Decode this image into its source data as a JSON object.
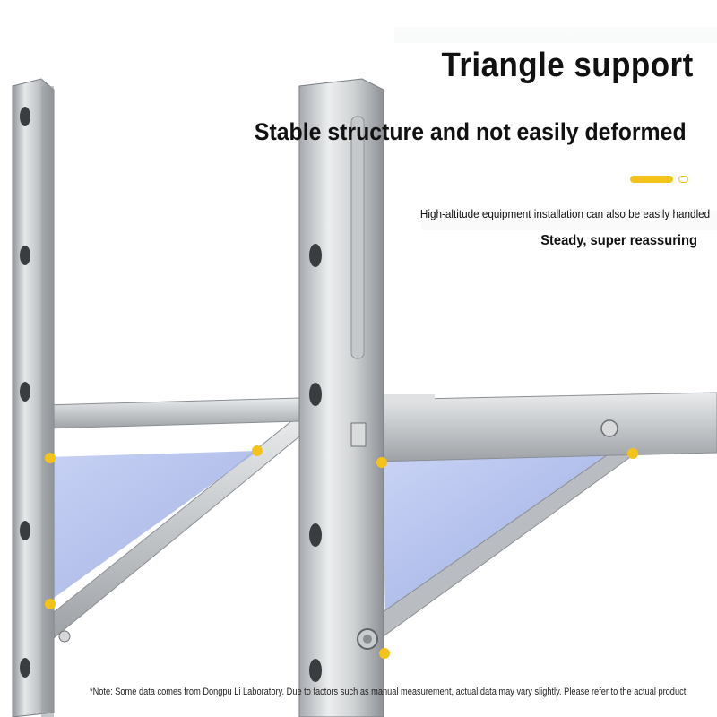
{
  "heading": {
    "title": "Triangle support",
    "subtitle": "Stable structure and not easily deformed"
  },
  "details": {
    "line1": "High-altitude equipment installation can also be easily handled",
    "line2": "Steady, super reassuring"
  },
  "footnote": "*Note: Some data comes from Dongpu Li Laboratory. Due to factors such as manual measurement, actual data may vary slightly. Please refer to the actual product.",
  "colors": {
    "accent": "#f3c31a",
    "triangle_fill": "#aab8ea",
    "steel": "#c9cccf"
  }
}
